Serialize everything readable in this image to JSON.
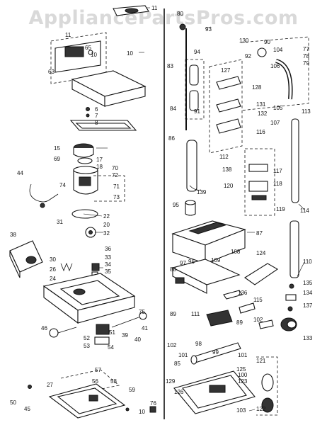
{
  "watermark": "AppliancePartsPros.com",
  "labels": [
    {
      "id": "11a",
      "text": "11"
    },
    {
      "id": "10a",
      "text": "10"
    },
    {
      "id": "11b",
      "text": "11"
    },
    {
      "id": "65",
      "text": "65"
    },
    {
      "id": "10b",
      "text": "10"
    },
    {
      "id": "63",
      "text": "63"
    },
    {
      "id": "6",
      "text": "6"
    },
    {
      "id": "7",
      "text": "7"
    },
    {
      "id": "8",
      "text": "8"
    },
    {
      "id": "15",
      "text": "15"
    },
    {
      "id": "69",
      "text": "69"
    },
    {
      "id": "17",
      "text": "17"
    },
    {
      "id": "18",
      "text": "18"
    },
    {
      "id": "70",
      "text": "70"
    },
    {
      "id": "72",
      "text": "72"
    },
    {
      "id": "71",
      "text": "71"
    },
    {
      "id": "73",
      "text": "73"
    },
    {
      "id": "44",
      "text": "44"
    },
    {
      "id": "74",
      "text": "74"
    },
    {
      "id": "22",
      "text": "22"
    },
    {
      "id": "31",
      "text": "31"
    },
    {
      "id": "20",
      "text": "20"
    },
    {
      "id": "32",
      "text": "32"
    },
    {
      "id": "38",
      "text": "38"
    },
    {
      "id": "36",
      "text": "36"
    },
    {
      "id": "33",
      "text": "33"
    },
    {
      "id": "34",
      "text": "34"
    },
    {
      "id": "35",
      "text": "35"
    },
    {
      "id": "30",
      "text": "30"
    },
    {
      "id": "26",
      "text": "26"
    },
    {
      "id": "24",
      "text": "24"
    },
    {
      "id": "75",
      "text": "75"
    },
    {
      "id": "46",
      "text": "46"
    },
    {
      "id": "52",
      "text": "52"
    },
    {
      "id": "53",
      "text": "53"
    },
    {
      "id": "51",
      "text": "51"
    },
    {
      "id": "54",
      "text": "54"
    },
    {
      "id": "39",
      "text": "39"
    },
    {
      "id": "40",
      "text": "40"
    },
    {
      "id": "41",
      "text": "41"
    },
    {
      "id": "57",
      "text": "57"
    },
    {
      "id": "56",
      "text": "56"
    },
    {
      "id": "58",
      "text": "58"
    },
    {
      "id": "27",
      "text": "27"
    },
    {
      "id": "59",
      "text": "59"
    },
    {
      "id": "50",
      "text": "50"
    },
    {
      "id": "45",
      "text": "45"
    },
    {
      "id": "76",
      "text": "76"
    },
    {
      "id": "10c",
      "text": "10"
    },
    {
      "id": "80",
      "text": "80"
    },
    {
      "id": "93",
      "text": "93"
    },
    {
      "id": "130",
      "text": "130"
    },
    {
      "id": "92",
      "text": "92"
    },
    {
      "id": "90",
      "text": "90"
    },
    {
      "id": "104",
      "text": "104"
    },
    {
      "id": "77",
      "text": "77"
    },
    {
      "id": "78",
      "text": "78"
    },
    {
      "id": "79",
      "text": "79"
    },
    {
      "id": "94",
      "text": "94"
    },
    {
      "id": "127",
      "text": "127"
    },
    {
      "id": "106",
      "text": "106"
    },
    {
      "id": "83",
      "text": "83"
    },
    {
      "id": "128",
      "text": "128"
    },
    {
      "id": "84",
      "text": "84"
    },
    {
      "id": "91",
      "text": "91"
    },
    {
      "id": "131",
      "text": "131"
    },
    {
      "id": "132",
      "text": "132"
    },
    {
      "id": "105",
      "text": "105"
    },
    {
      "id": "113",
      "text": "113"
    },
    {
      "id": "107",
      "text": "107"
    },
    {
      "id": "116",
      "text": "116"
    },
    {
      "id": "86",
      "text": "86"
    },
    {
      "id": "112",
      "text": "112"
    },
    {
      "id": "138",
      "text": "138"
    },
    {
      "id": "117",
      "text": "117"
    },
    {
      "id": "120",
      "text": "120"
    },
    {
      "id": "118",
      "text": "118"
    },
    {
      "id": "139",
      "text": "139"
    },
    {
      "id": "95",
      "text": "95"
    },
    {
      "id": "114",
      "text": "114"
    },
    {
      "id": "119",
      "text": "119"
    },
    {
      "id": "87",
      "text": "87"
    },
    {
      "id": "108",
      "text": "108"
    },
    {
      "id": "124",
      "text": "124"
    },
    {
      "id": "110",
      "text": "110"
    },
    {
      "id": "88",
      "text": "88"
    },
    {
      "id": "97",
      "text": "97"
    },
    {
      "id": "96",
      "text": "96"
    },
    {
      "id": "109",
      "text": "109"
    },
    {
      "id": "136",
      "text": "136"
    },
    {
      "id": "134",
      "text": "134"
    },
    {
      "id": "115",
      "text": "115"
    },
    {
      "id": "135",
      "text": "135"
    },
    {
      "id": "89a",
      "text": "89"
    },
    {
      "id": "111",
      "text": "111"
    },
    {
      "id": "102a",
      "text": "102"
    },
    {
      "id": "137",
      "text": "137"
    },
    {
      "id": "89b",
      "text": "89"
    },
    {
      "id": "133",
      "text": "133"
    },
    {
      "id": "98",
      "text": "98"
    },
    {
      "id": "102b",
      "text": "102"
    },
    {
      "id": "101a",
      "text": "101"
    },
    {
      "id": "99",
      "text": "99"
    },
    {
      "id": "101b",
      "text": "101"
    },
    {
      "id": "121",
      "text": "121"
    },
    {
      "id": "85",
      "text": "85"
    },
    {
      "id": "125",
      "text": "125"
    },
    {
      "id": "129",
      "text": "129"
    },
    {
      "id": "100",
      "text": "100"
    },
    {
      "id": "123",
      "text": "123"
    },
    {
      "id": "126",
      "text": "126"
    },
    {
      "id": "122",
      "text": "122"
    },
    {
      "id": "103",
      "text": "103"
    }
  ]
}
